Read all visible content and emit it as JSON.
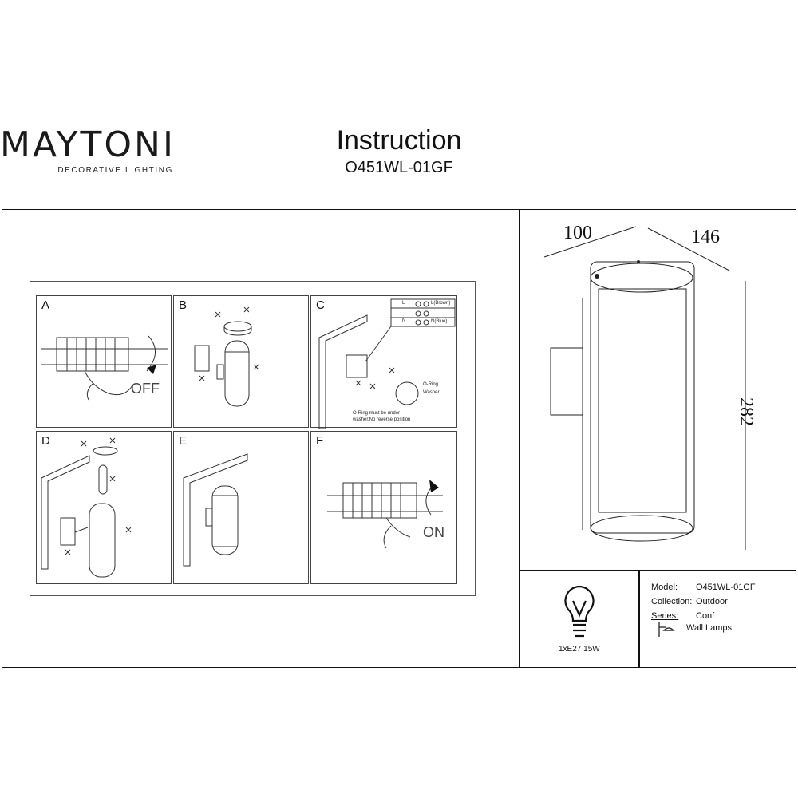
{
  "header": {
    "brand_name": "MAYTONI",
    "brand_tagline": "DECORATIVE LIGHTING",
    "title": "Instruction",
    "model_code": "O451WL-01GF"
  },
  "steps": [
    {
      "letter": "A",
      "label": "OFF"
    },
    {
      "letter": "B"
    },
    {
      "letter": "C",
      "wire_l": "L",
      "wire_n": "N",
      "wire_brown": "L(Brown)",
      "wire_blue": "N(Blue)",
      "oring": "O-Ring",
      "washer": "Washer",
      "note_line1": "O-Ring must be under",
      "note_line2": "washer,No reverse position"
    },
    {
      "letter": "D"
    },
    {
      "letter": "E"
    },
    {
      "letter": "F",
      "label": "ON"
    }
  ],
  "dimensions": {
    "depth": "100",
    "width": "146",
    "height": "282"
  },
  "bulb": {
    "label": "1xE27 15W"
  },
  "specs": {
    "model_label": "Model:",
    "model_value": "O451WL-01GF",
    "collection_label": "Collection:",
    "collection_value": "Outdoor",
    "series_label": "Series:",
    "series_value": "Conf",
    "type_value": "Wall Lamps"
  }
}
